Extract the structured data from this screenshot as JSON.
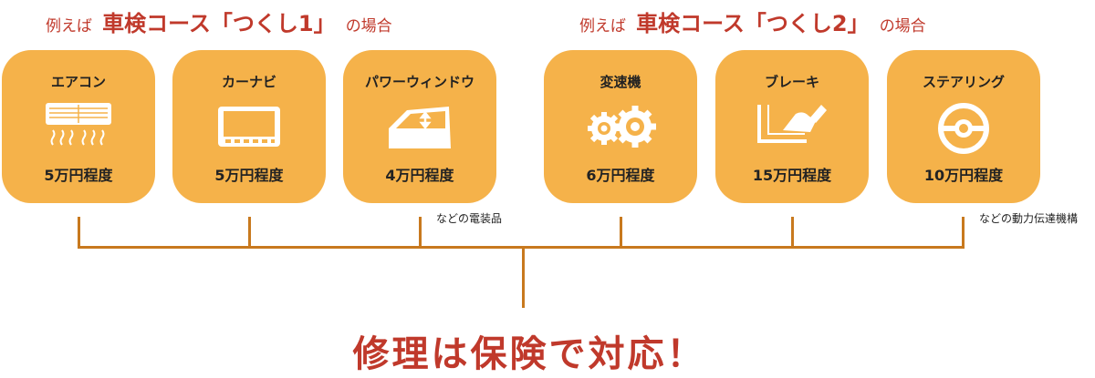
{
  "headings": [
    {
      "prefix": "例えば",
      "course": "車検コース「つくし1」",
      "suffix": "の場合"
    },
    {
      "prefix": "例えば",
      "course": "車検コース「つくし2」",
      "suffix": "の場合"
    }
  ],
  "cards": [
    {
      "name": "エアコン",
      "price": "5万円程度",
      "icon": "air-conditioner-icon"
    },
    {
      "name": "カーナビ",
      "price": "5万円程度",
      "icon": "car-navigation-icon"
    },
    {
      "name": "パワーウィンドウ",
      "price": "4万円程度",
      "icon": "power-window-icon"
    },
    {
      "name": "変速機",
      "price": "6万円程度",
      "icon": "gears-icon"
    },
    {
      "name": "ブレーキ",
      "price": "15万円程度",
      "icon": "brake-pedal-icon"
    },
    {
      "name": "ステアリング",
      "price": "10万円程度",
      "icon": "steering-wheel-icon"
    }
  ],
  "notes": [
    "などの電装品",
    "などの動力伝達機構"
  ],
  "bottom_text": "修理は保険で対応！",
  "colors": {
    "card": "#f5b24a",
    "heading": "#c0392b",
    "line": "#c8791e",
    "icon": "#ffffff"
  }
}
